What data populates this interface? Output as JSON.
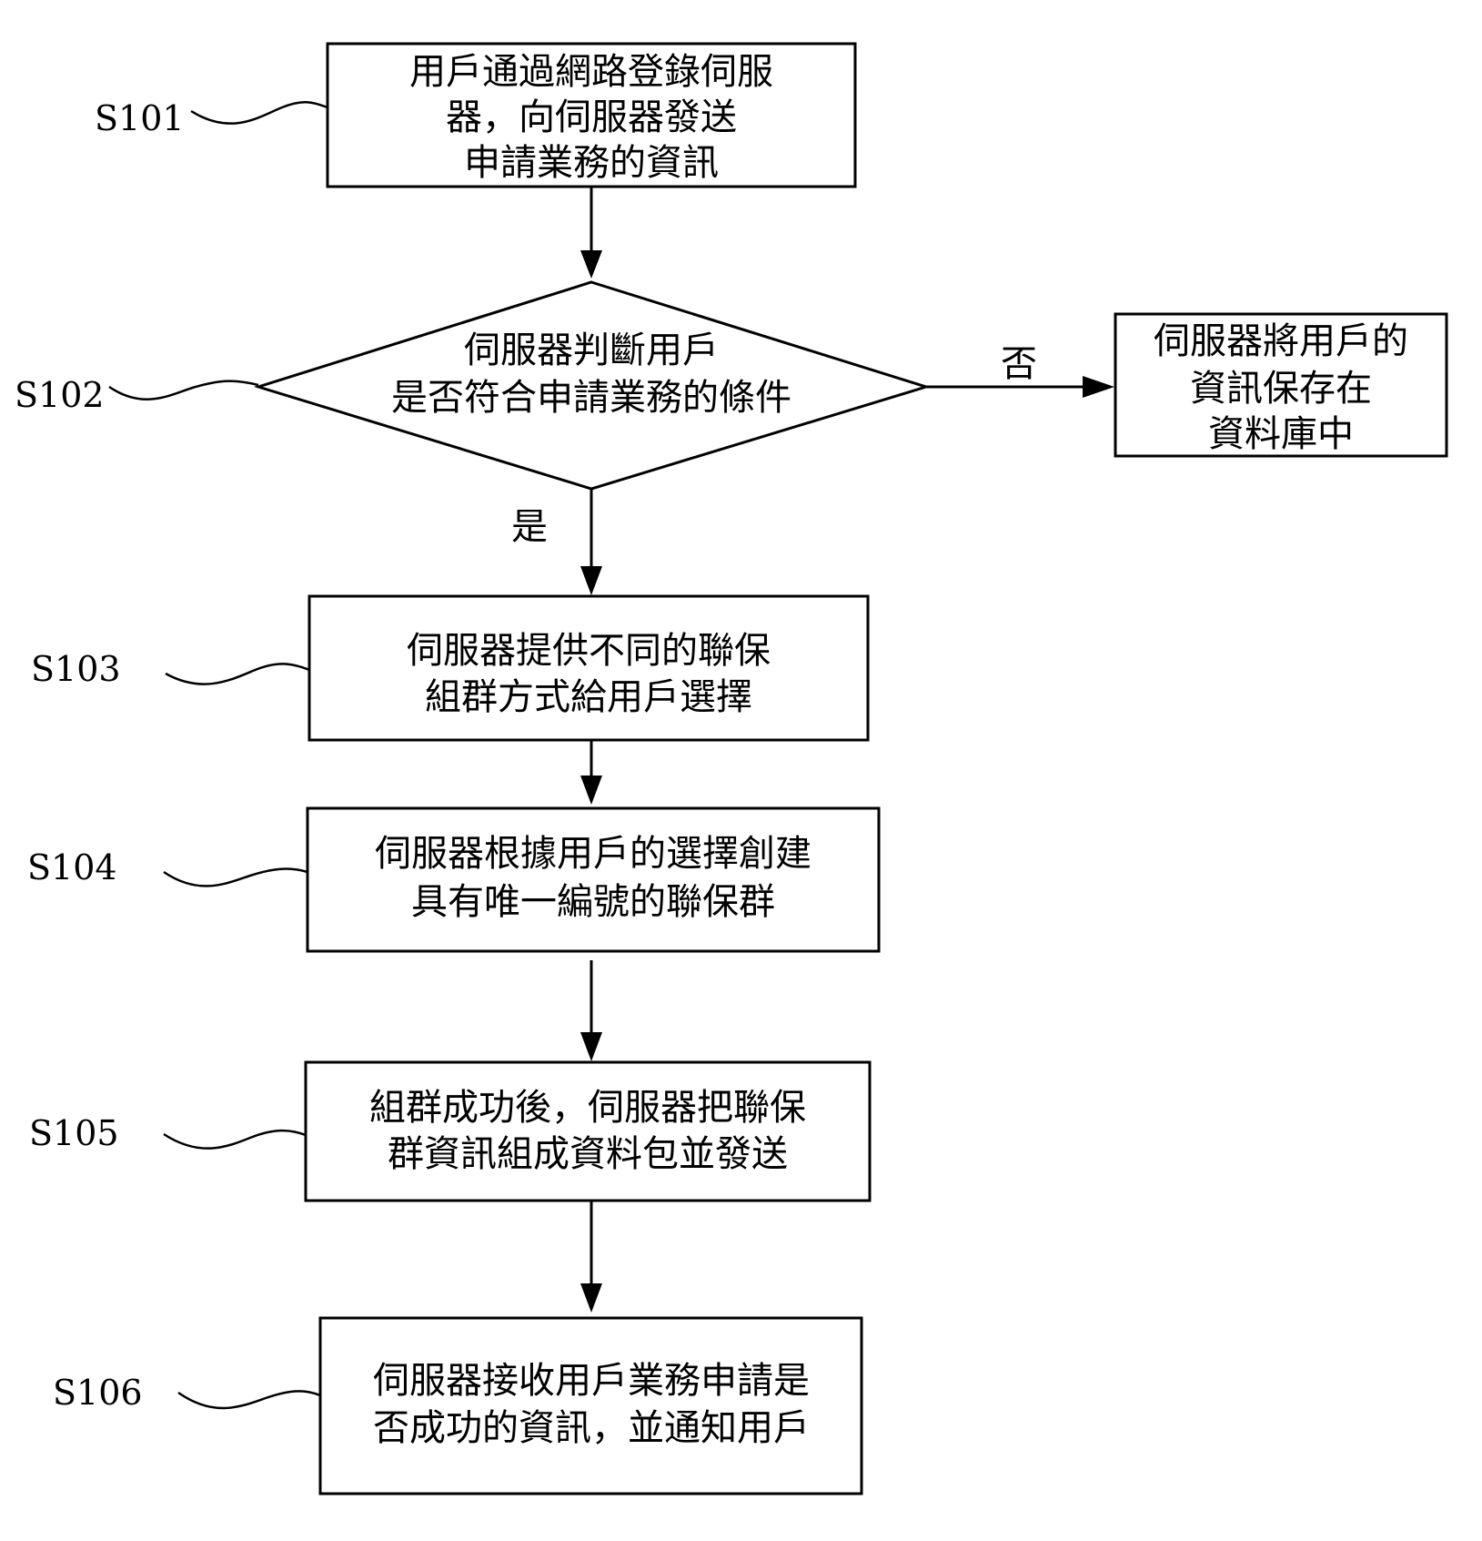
{
  "steps": [
    {
      "id": "S101",
      "label": "S101",
      "lines": [
        "用戶通過網路登錄伺服",
        "器，向伺服器發送",
        "申請業務的資訊"
      ]
    },
    {
      "id": "S102",
      "label": "S102",
      "lines": [
        "伺服器判斷用戶",
        "是否符合申請業務的條件"
      ]
    },
    {
      "id": "S103",
      "label": "S103",
      "lines": [
        "伺服器提供不同的聯保",
        "組群方式給用戶選擇"
      ]
    },
    {
      "id": "S104",
      "label": "S104",
      "lines": [
        "伺服器根據用戶的選擇創建",
        "具有唯一編號的聯保群"
      ]
    },
    {
      "id": "S105",
      "label": "S105",
      "lines": [
        "組群成功後，伺服器把聯保",
        "群資訊組成資料包並發送"
      ]
    },
    {
      "id": "S106",
      "label": "S106",
      "lines": [
        "伺服器接收用戶業務申請是",
        "否成功的資訊，並通知用戶"
      ]
    }
  ],
  "no_branch": {
    "lines": [
      "伺服器將用戶的",
      "資訊保存在",
      "資料庫中"
    ]
  },
  "edges": {
    "yes": "是",
    "no": "否"
  }
}
